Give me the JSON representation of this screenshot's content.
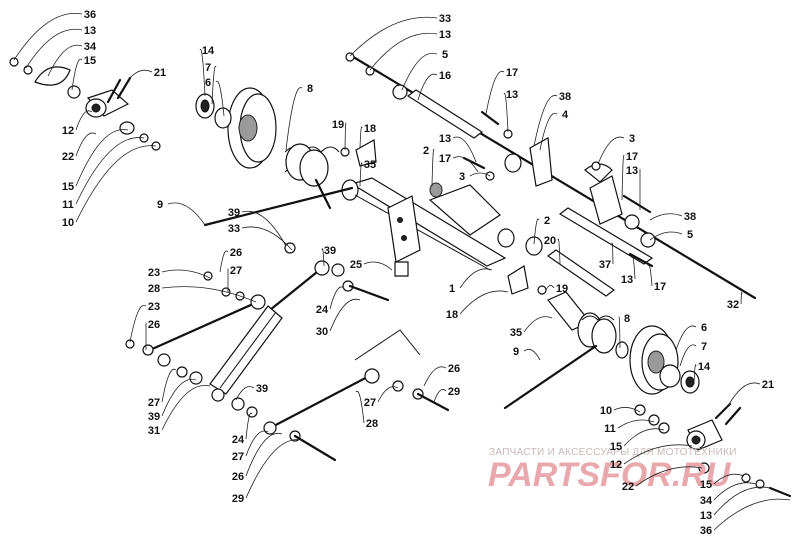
{
  "watermark": {
    "caption": "ЗАПЧАСТИ И АКСЕССУАРЫ ДЛЯ МОТОТЕХНИКИ",
    "logo": "PARTSFOR.RU"
  },
  "callouts": [
    "36",
    "13",
    "34",
    "15",
    "21",
    "14",
    "7",
    "6",
    "8",
    "12",
    "22",
    "15",
    "11",
    "10",
    "9",
    "19",
    "18",
    "35",
    "2",
    "33",
    "13",
    "5",
    "16",
    "17",
    "13",
    "38",
    "4",
    "13",
    "17",
    "3",
    "3",
    "17",
    "13",
    "38",
    "5",
    "2",
    "20",
    "37",
    "13",
    "17",
    "32",
    "39",
    "33",
    "26",
    "27",
    "23",
    "28",
    "39",
    "25",
    "1",
    "19",
    "18",
    "24",
    "30",
    "23",
    "26",
    "27",
    "39",
    "31",
    "39",
    "35",
    "8",
    "9",
    "6",
    "7",
    "14",
    "26",
    "29",
    "27",
    "28",
    "24",
    "27",
    "26",
    "29",
    "21",
    "10",
    "11",
    "15",
    "12",
    "22",
    "15",
    "34",
    "13",
    "36"
  ]
}
